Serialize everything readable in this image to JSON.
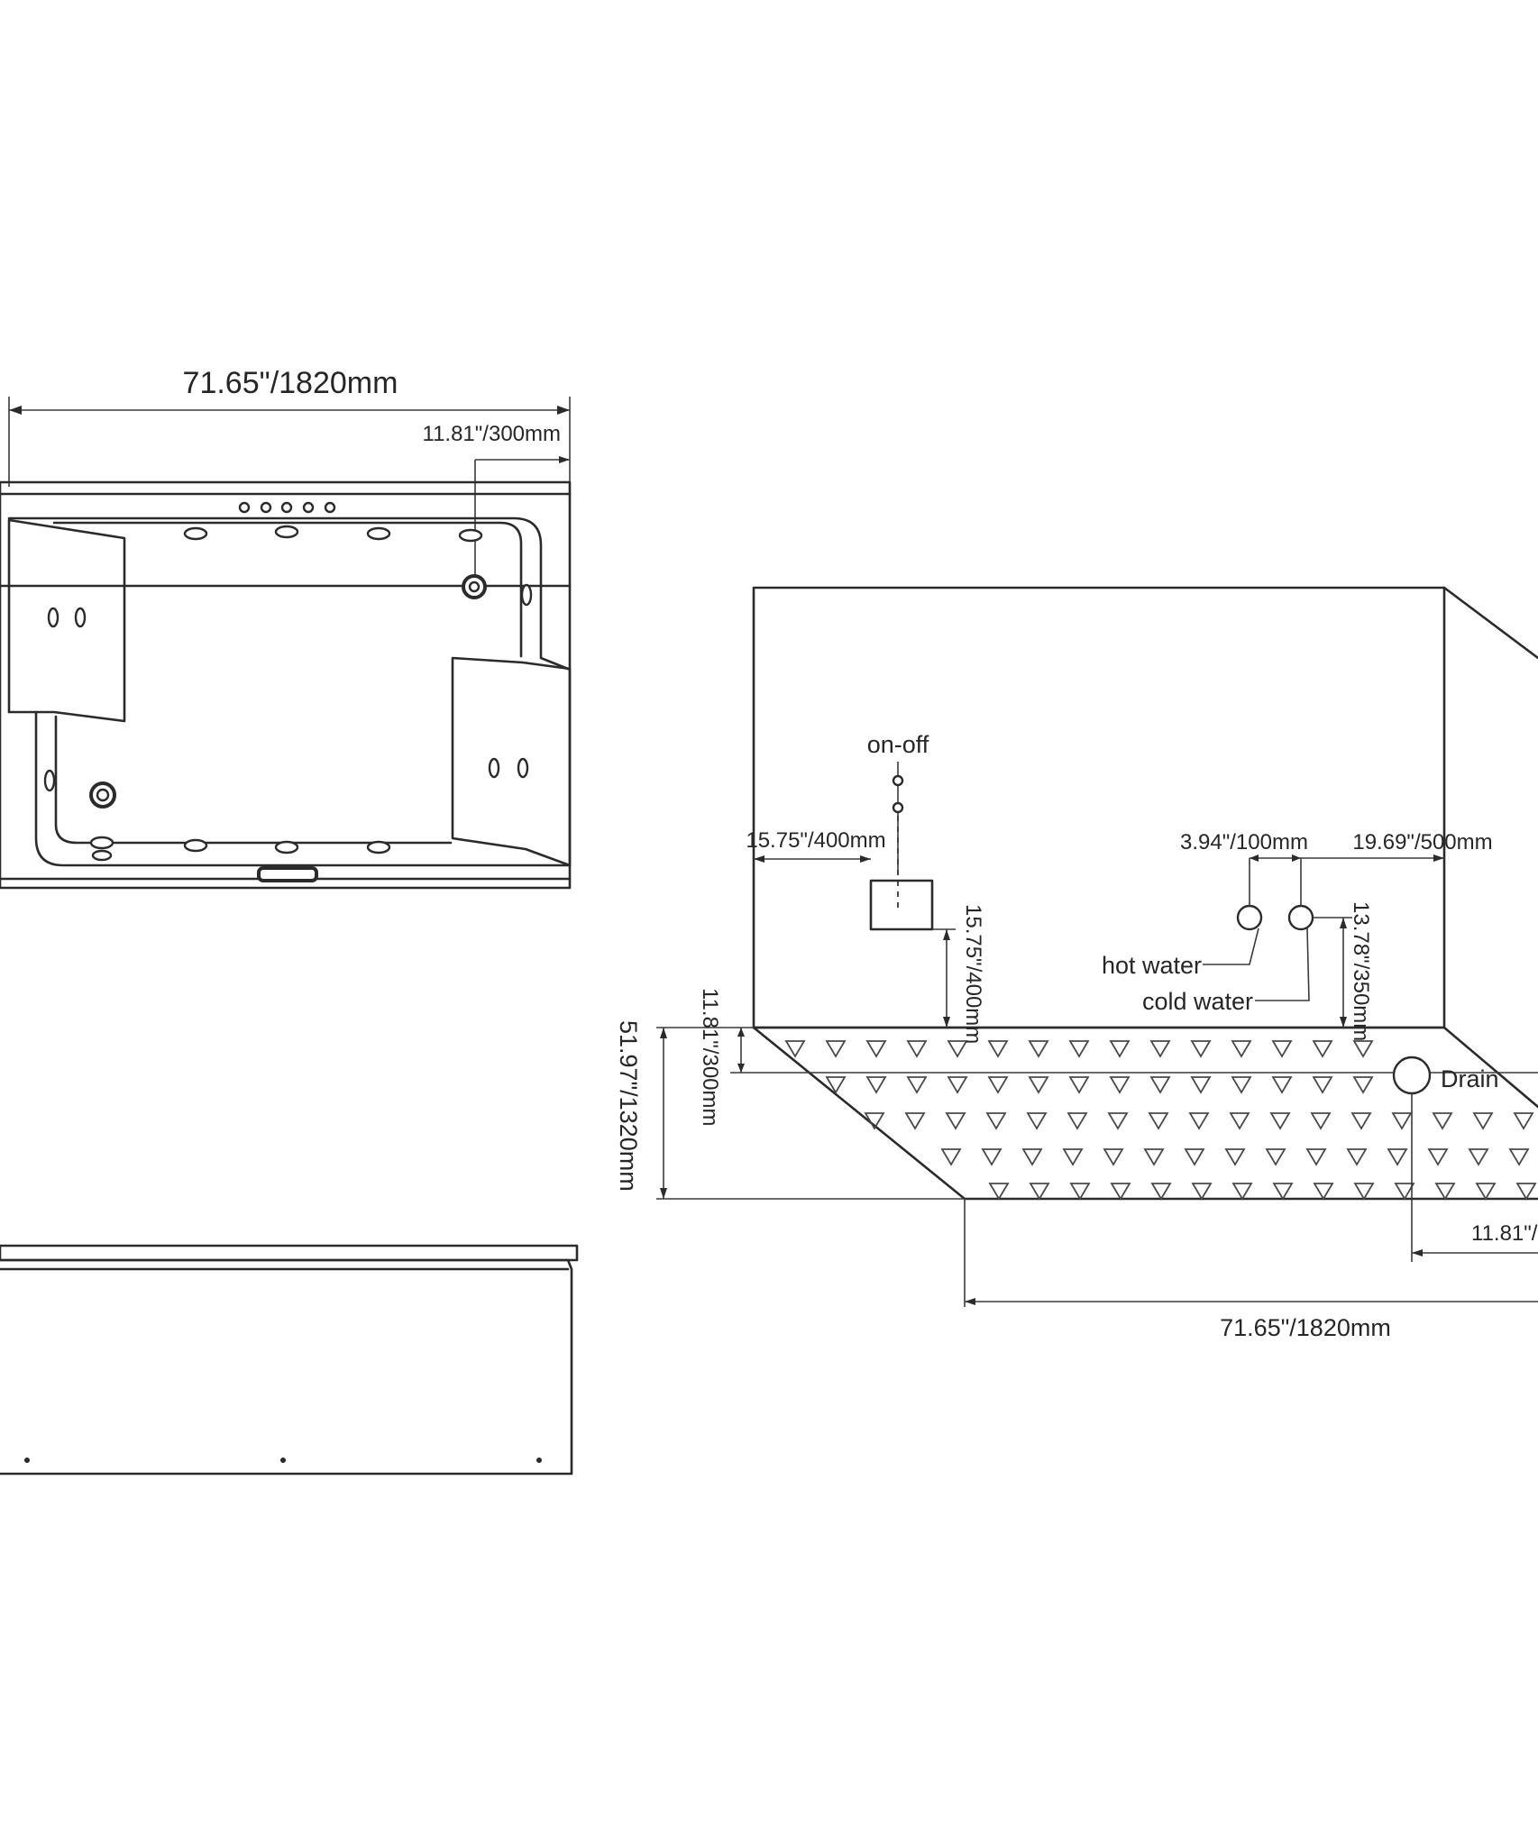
{
  "diagram": {
    "top_view": {
      "width_label": "71.65\"/1820mm",
      "offset_label": "11.81\"/300mm"
    },
    "installation_view": {
      "switch_label": "on-off",
      "switch_offset_label": "15.75\"/400mm",
      "switch_height_label": "15.75\"/400mm",
      "tap_spacing_label": "3.94\"/100mm",
      "tap_offset_label": "19.69\"/500mm",
      "tap_height_label": "13.78\"/350mm",
      "hot_label": "hot water",
      "cold_label": "cold water",
      "drain_label": "Drain",
      "depth_label": "51.97\"/1320mm",
      "step_label": "11.81\"/300mm",
      "drain_offset_label": "11.81\"/",
      "length_label": "71.65\"/1820mm"
    }
  }
}
